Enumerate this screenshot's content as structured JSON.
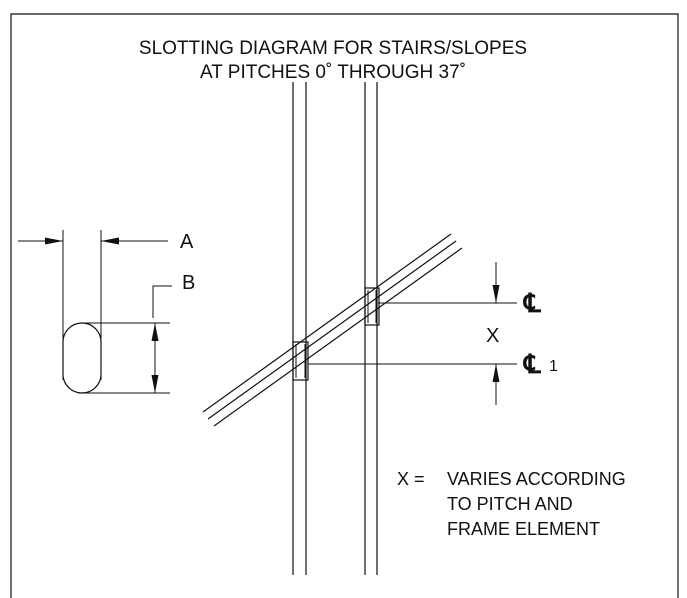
{
  "diagram": {
    "title_line1": "SLOTTING DIAGRAM FOR STAIRS/SLOPES",
    "title_line2": "AT PITCHES 0˚ THROUGH 37˚",
    "label_a": "A",
    "label_b": "B",
    "label_x": "X",
    "centerline_symbol": "℄",
    "centerline_subscript": "1",
    "note_prefix": "X =",
    "note_line1": "VARIES ACCORDING",
    "note_line2": "TO PITCH AND",
    "note_line3": "FRAME ELEMENT"
  },
  "colors": {
    "ink": "#111111",
    "background": "#ffffff"
  }
}
